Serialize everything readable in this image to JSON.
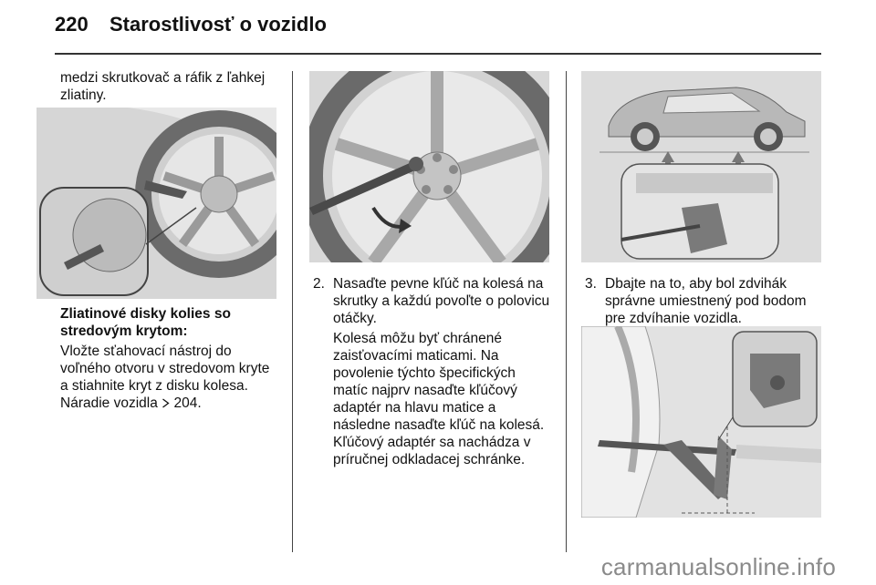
{
  "header": {
    "page_number": "220",
    "title": "Starostlivosť o vozidlo"
  },
  "col1": {
    "intro_line1": "medzi skrutkovač a ráfik z ľahkej",
    "intro_line2": "zliatiny.",
    "heading_line1": "Zliatinové disky kolies so",
    "heading_line2": "stredovým krytom:",
    "body_line1": "Vložte sťahovací nástroj do",
    "body_line2": "voľného otvoru v stredovom kryte",
    "body_line3": "a stiahnite kryt z disku kolesa.",
    "ref_text": "Náradie vozidla",
    "ref_page": "204."
  },
  "col2": {
    "item_number": "2.",
    "line1": "Nasaďte pevne kľúč na kolesá na",
    "line2": "skrutky a každú povoľte o polovicu",
    "line3": "otáčky.",
    "para_line1": "Kolesá môžu byť chránené",
    "para_line2": "zaisťovacími maticami. Na",
    "para_line3": "povolenie týchto špecifických",
    "para_line4": "matíc najprv nasaďte kľúčový",
    "para_line5": "adaptér na hlavu matice a",
    "para_line6": "následne nasaďte kľúč na kolesá.",
    "para_line7": "Kľúčový adaptér sa nachádza v",
    "para_line8": "príručnej odkladacej schránke."
  },
  "col3": {
    "item_number": "3.",
    "line1": "Dbajte na to, aby bol zdvihák",
    "line2": "správne umiestnený pod bodom",
    "line3": "pre zdvíhanie vozidla."
  },
  "watermark": "carmanualsonline.info"
}
